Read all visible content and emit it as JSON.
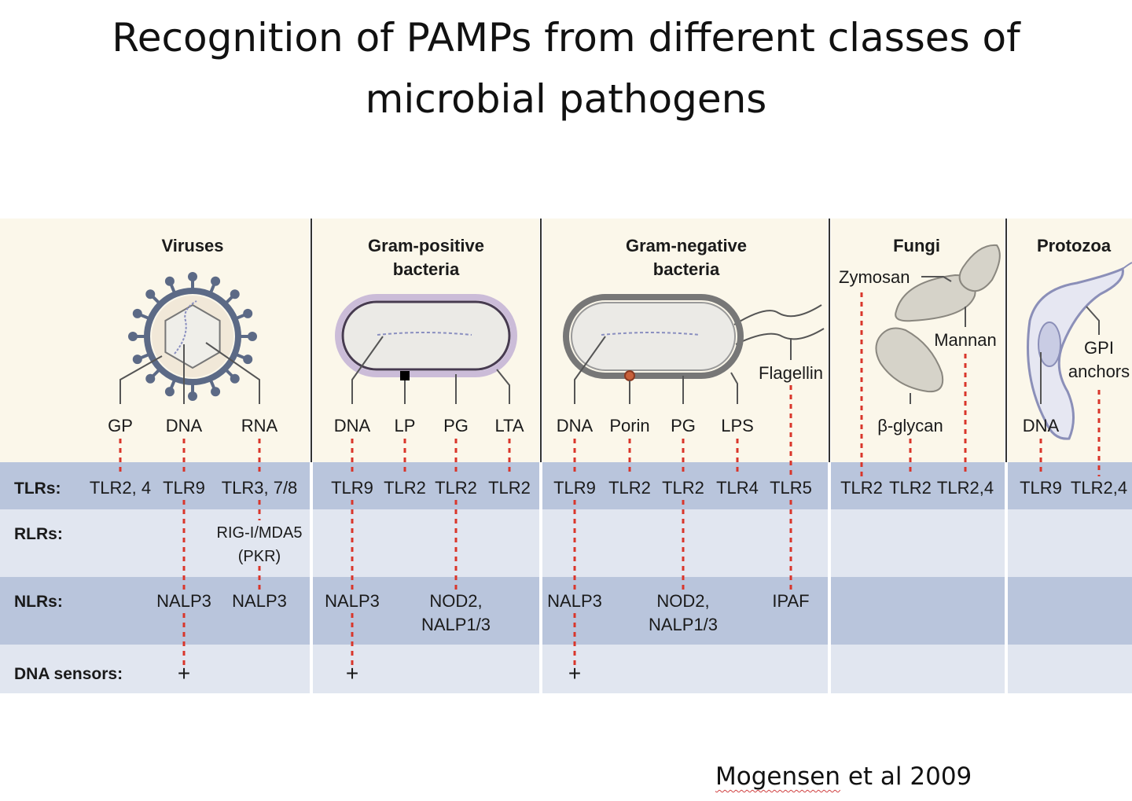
{
  "title": {
    "line1": "Recognition of PAMPs from different classes of",
    "line2": "microbial pathogens"
  },
  "citation": {
    "author": "Mogensen",
    "rest": " et al 2009"
  },
  "colors": {
    "panel_bg": "#fbf7ea",
    "tlr_band": "#b9c5dc",
    "rlr_band": "#e1e6f0",
    "nlr_band": "#b9c5dc",
    "dna_band": "#e1e6f0",
    "dotted_line": "#d9362b",
    "cell_outline": "#6f6f6f",
    "cell_fill": "#ebeae6"
  },
  "row_labels": [
    "TLRs:",
    "RLRs:",
    "NLRs:",
    "DNA sensors:"
  ],
  "columns": [
    {
      "id": "viruses",
      "header": [
        "Viruses"
      ]
    },
    {
      "id": "gram-positive",
      "header": [
        "Gram-positive",
        "bacteria"
      ]
    },
    {
      "id": "gram-negative",
      "header": [
        "Gram-negative",
        "bacteria"
      ]
    },
    {
      "id": "fungi",
      "header": [
        "Fungi"
      ]
    },
    {
      "id": "protozoa",
      "header": [
        "Protozoa"
      ]
    }
  ],
  "ligands": [
    {
      "col": "viruses",
      "label": "GP",
      "tlr": "TLR2, 4"
    },
    {
      "col": "viruses",
      "label": "DNA",
      "tlr": "TLR9",
      "nlr": "NALP3",
      "dna_sensor": "+"
    },
    {
      "col": "viruses",
      "label": "RNA",
      "tlr": "TLR3, 7/8",
      "rlr": [
        "RIG-I/MDA5",
        "(PKR)"
      ],
      "nlr": "NALP3"
    },
    {
      "col": "gram-positive",
      "label": "DNA",
      "tlr": "TLR9",
      "nlr": "NALP3",
      "dna_sensor": "+"
    },
    {
      "col": "gram-positive",
      "label": "LP",
      "tlr": "TLR2"
    },
    {
      "col": "gram-positive",
      "label": "PG",
      "tlr": "TLR2",
      "nlr": [
        "NOD2,",
        "NALP1/3"
      ]
    },
    {
      "col": "gram-positive",
      "label": "LTA",
      "tlr": "TLR2"
    },
    {
      "col": "gram-negative",
      "label": "DNA",
      "tlr": "TLR9",
      "nlr": "NALP3",
      "dna_sensor": "+"
    },
    {
      "col": "gram-negative",
      "label": "Porin",
      "tlr": "TLR2"
    },
    {
      "col": "gram-negative",
      "label": "PG",
      "tlr": "TLR2",
      "nlr": [
        "NOD2,",
        "NALP1/3"
      ]
    },
    {
      "col": "gram-negative",
      "label": "LPS",
      "tlr": "TLR4"
    },
    {
      "col": "gram-negative",
      "label": "Flagellin",
      "tlr": "TLR5",
      "nlr": "IPAF"
    },
    {
      "col": "fungi",
      "label": "Zymosan",
      "tlr": "TLR2"
    },
    {
      "col": "fungi",
      "label": "β-glycan",
      "tlr": "TLR2"
    },
    {
      "col": "fungi",
      "label": "Mannan",
      "tlr": "TLR2,4"
    },
    {
      "col": "protozoa",
      "label": "DNA",
      "tlr": "TLR9"
    },
    {
      "col": "protozoa",
      "label": [
        "GPI",
        "anchors"
      ],
      "tlr": "TLR2,4"
    }
  ]
}
